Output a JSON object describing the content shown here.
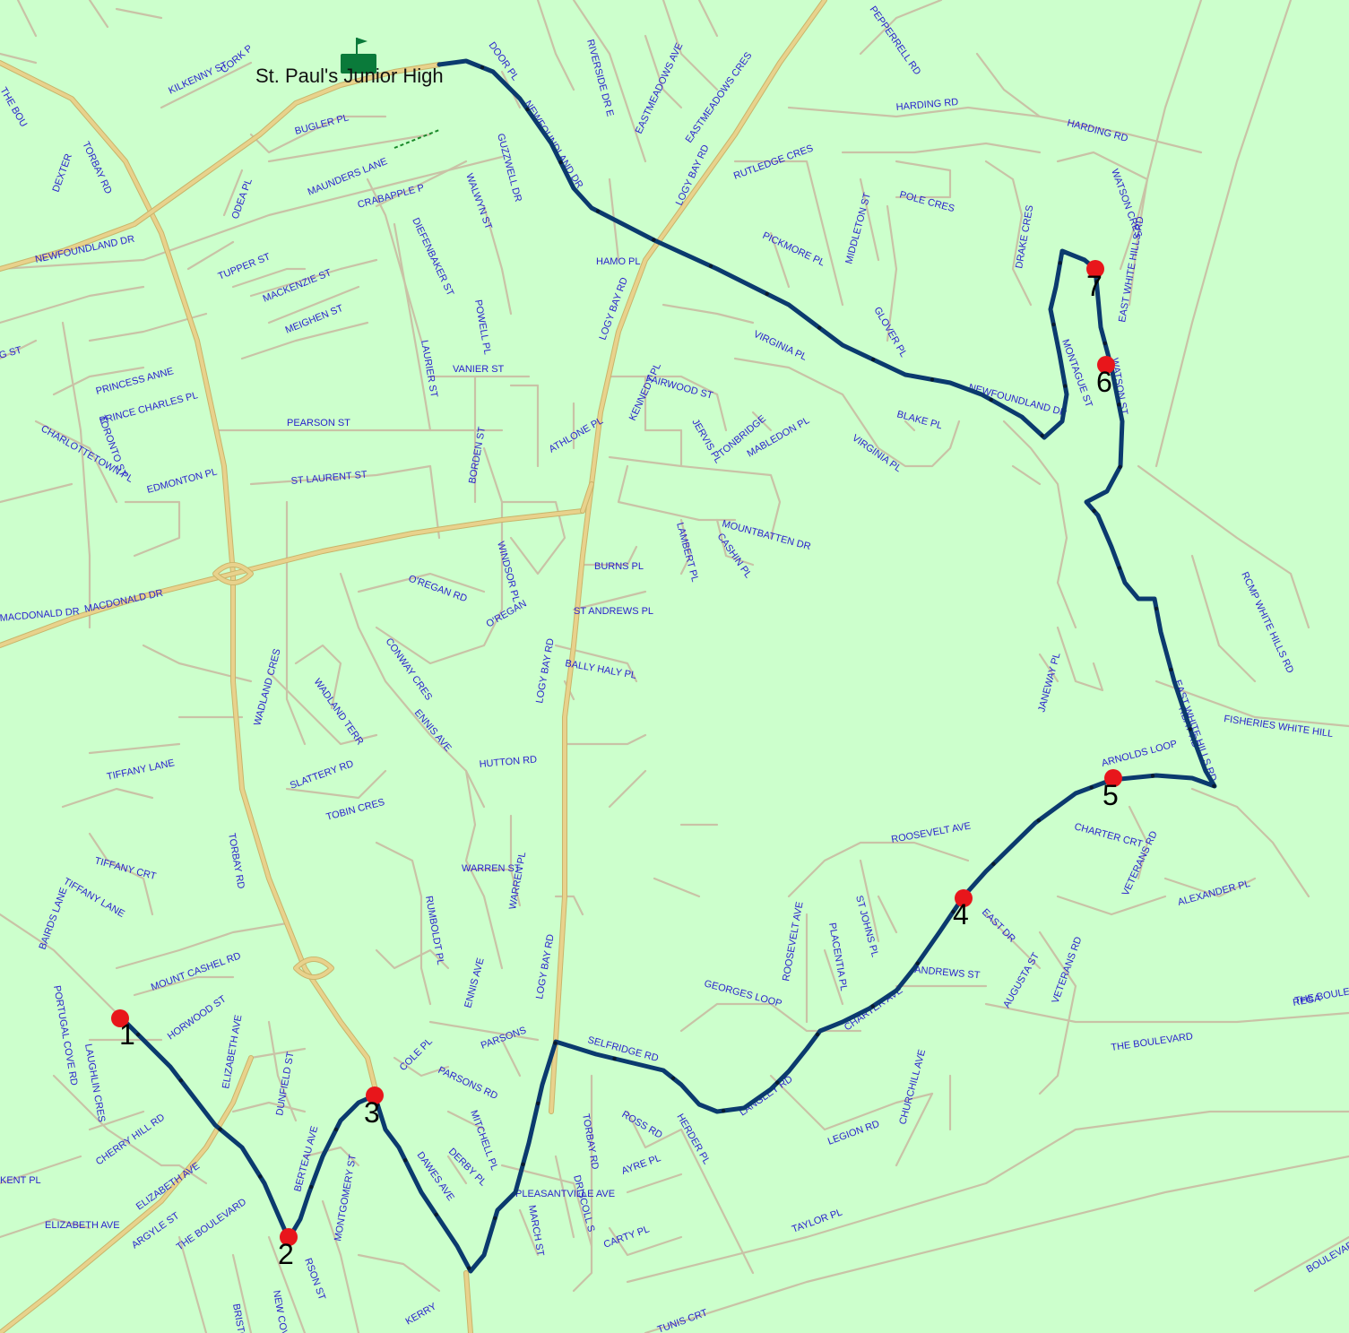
{
  "colors": {
    "background": "#ccffcc",
    "minor_road": "#c9c2a6",
    "major_road": "#e8d28c",
    "major_road_edge": "#c9b46a",
    "route": "#0b3a6e",
    "route_node": "#0a1a2e",
    "street_label": "#2a22cc",
    "stop_marker": "#e8161b",
    "flag": "#0a7a3a"
  },
  "school": {
    "label": "St. Paul's Junior High",
    "icon": "flag-icon"
  },
  "stops": [
    {
      "label": "1"
    },
    {
      "label": "2"
    },
    {
      "label": "3"
    },
    {
      "label": "4"
    },
    {
      "label": "5"
    },
    {
      "label": "6"
    },
    {
      "label": "7"
    }
  ],
  "street_labels": [
    "KILKENNY ST",
    "CORK P",
    "BUGLER PL",
    "MAUNDERS LANE",
    "CRABAPPLE P",
    "TORBAY RD",
    "DEXTER",
    "NEWFOUNDLAND DR",
    "ODEA PL",
    "TUPPER ST",
    "MACKENZIE ST",
    "MEIGHEN ST",
    "DIEFENBAKER ST",
    "WALWYN ST",
    "GUZZWELL DR",
    "DOOR PL",
    "NEWFOUNDLAND DR",
    "RIVERSIDE DR E",
    "EASTMEADOWS AVE",
    "EASTMEADOWS CRES",
    "LOGY BAY RD",
    "PEPPERRELL RD",
    "HARDING RD",
    "HARDING RD",
    "RUTLEDGE CRES",
    "MIDDLETON ST",
    "POLE CRES",
    "DRAKE CRES",
    "WATSON CRES",
    "EAST WHITE HILLS RD",
    "PICKMORE PL",
    "GLOVER PL",
    "VIRGINIA PL",
    "NEWFOUNDLAND DR",
    "BLAKE PL",
    "VIRGINIA PL",
    "MONTAGUE ST",
    "WATSON ST",
    "LOGY BAY RD",
    "HAMO PL",
    "POWELL PL",
    "LAURIER ST",
    "VANIER ST",
    "PEARSON ST",
    "PRINCESS ANNE",
    "PRINCE CHARLES PL",
    "TORONTO ST",
    "CHARLOTTETOWN PL",
    "G ST",
    "ST LAURENT ST",
    "EDMONTON PL",
    "BORDEN ST",
    "ATHLONE PL",
    "FAIRWOOD ST",
    "KENNEDY PL",
    "JERVIS PL",
    "TONBRIDGE",
    "MABLEDON PL",
    "MOUNTBATTEN DR",
    "CASHIN PL",
    "LAMBERT PL",
    "BURNS PL",
    "WINDSOR PL",
    "MACDONALD DR",
    "MACDONALD DR",
    "O'REGAN RD",
    "O'REGAN",
    "ST ANDREWS PL",
    "BALLY HALY PL",
    "LOGY BAY RD",
    "WADLAND CRES",
    "WADLAND TERR",
    "CONWAY CRES",
    "ENNIS AVE",
    "HUTTON RD",
    "SLATTERY RD",
    "TOBIN CRES",
    "TIFFANY LANE",
    "TIFFANY CRT",
    "TIFFANY LANE",
    "BAIRDS LANE",
    "TORBAY RD",
    "JANEWAY PL",
    "RCMP WHITE HILLS RD",
    "EAST WHITE HILLS RD",
    "FISHERIES WHITE HILL",
    "ARNOLDS LOOP",
    "CHARTER CRT",
    "VETERANS RD",
    "ALEXANDER PL",
    "ROOSEVELT AVE",
    "WARREN ST",
    "WARREN PL",
    "RUMBOLDT PL",
    "ROOSEVELT AVE",
    "ST JOHNS PL",
    "PLACENTIA PL",
    "EAST DR",
    "ANDREWS ST",
    "AUGUSTA ST",
    "GEORGES LOOP",
    "CHARTER AVE",
    "VETERANS RD",
    "THE BOULEVARD",
    "THE BOULEVARD",
    "MOUNT CASHEL RD",
    "HORWOOD ST",
    "ELIZABETH AVE",
    "PORTUGAL COVE RD",
    "LAUGHLIN CRES",
    "CHERRY HILL RD",
    "ELIZABETH AVE",
    "DUNFIELD ST",
    "BERTEAU AVE",
    "MONTGOMERY ST",
    "ENNIS AVE",
    "LOGY BAY RD",
    "COLE PL",
    "PARSONS RD",
    "PARSONS",
    "SELFRIDGE RD",
    "LANGLEY RD",
    "CHURCHILL AVE",
    "LEGION RD",
    "MITCHELL PL",
    "DERBY PL",
    "DAWES AVE",
    "TORBAY RD",
    "ROSS RD",
    "AYRE PL",
    "HERDER PL",
    "PLEASANTVILLE AVE",
    "MARCH ST",
    "DRISCOLL S",
    "CARTY PL",
    "TAYLOR PL",
    "THE BOULEVARD",
    "ARGYLE ST",
    "ELIZABETH AVE",
    "KENT PL",
    "RSON ST",
    "NEW COVE RD",
    "BRISTOL",
    "KERRY",
    "TUNIS CRT",
    "BOULEVARD",
    "REGA",
    "THE BOU",
    "RBAY RD",
    "EAST"
  ]
}
